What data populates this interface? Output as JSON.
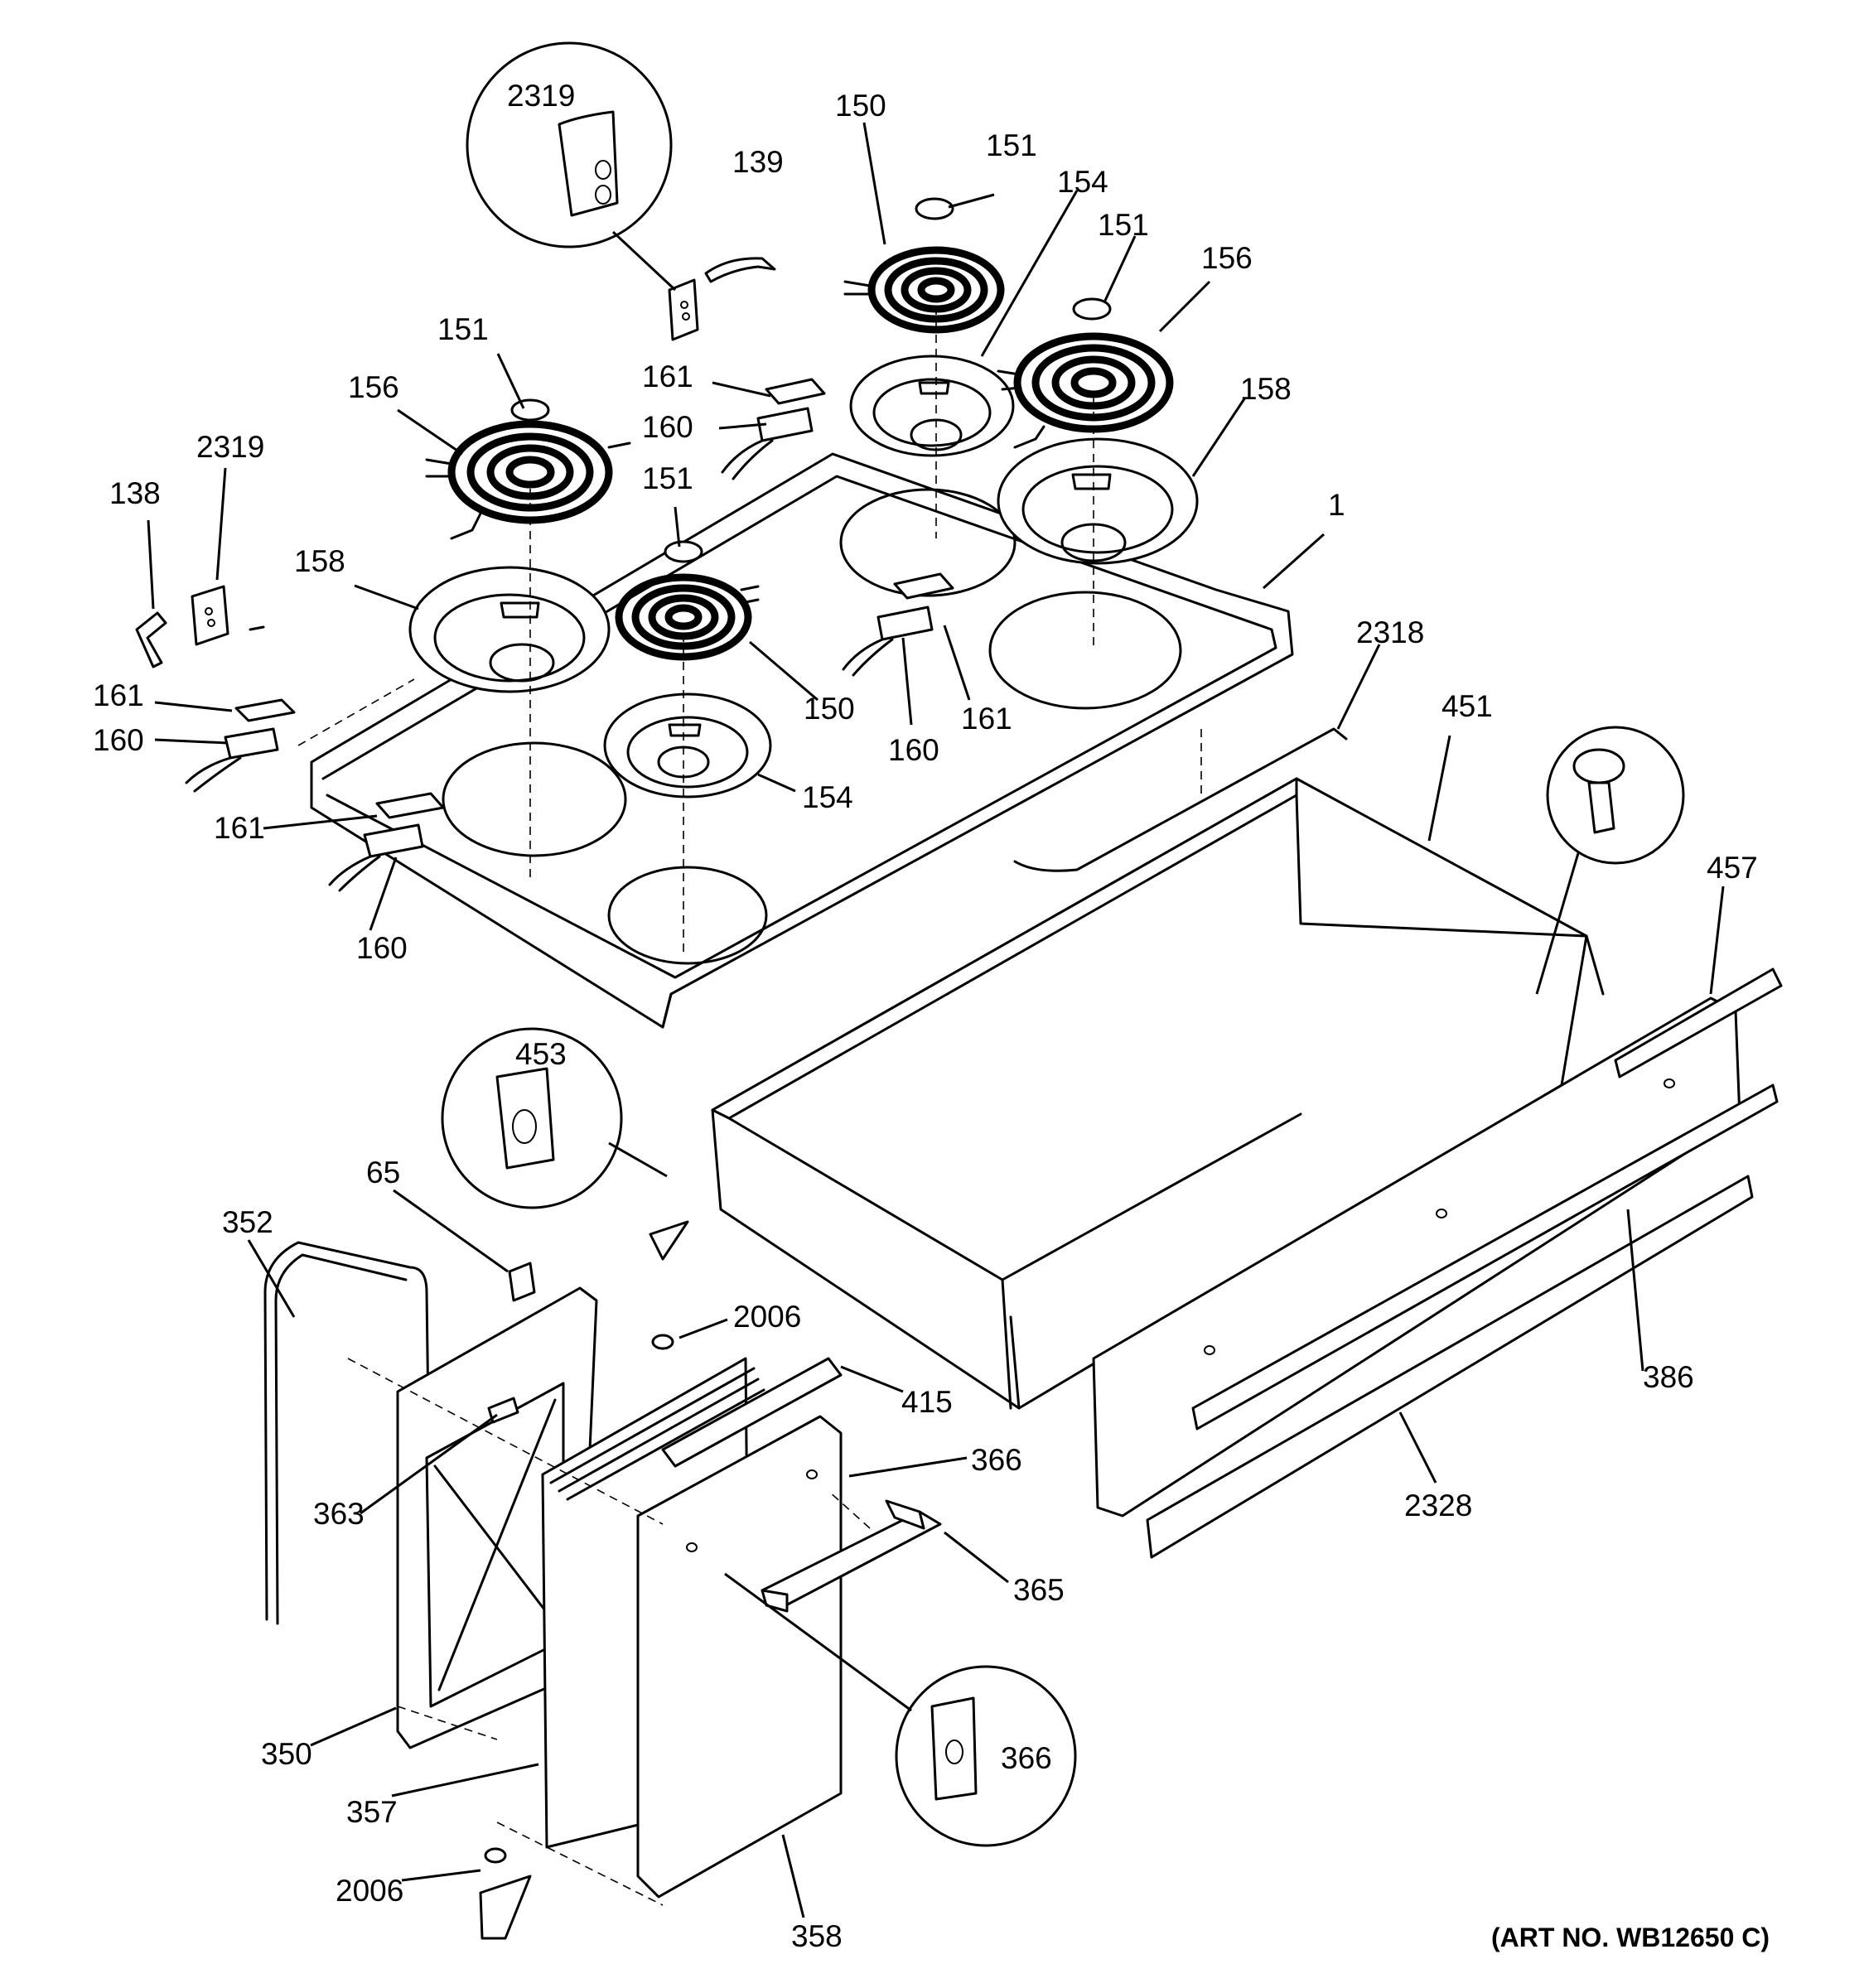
{
  "diagram": {
    "art_number": "(ART NO. WB12650 C)",
    "callouts": [
      {
        "id": "c-2319-top",
        "label": "2319"
      },
      {
        "id": "c-139",
        "label": "139"
      },
      {
        "id": "c-150-top",
        "label": "150"
      },
      {
        "id": "c-151-top",
        "label": "151"
      },
      {
        "id": "c-154-top",
        "label": "154"
      },
      {
        "id": "c-151-right",
        "label": "151"
      },
      {
        "id": "c-156-right",
        "label": "156"
      },
      {
        "id": "c-151-left",
        "label": "151"
      },
      {
        "id": "c-156-left",
        "label": "156"
      },
      {
        "id": "c-2319-left",
        "label": "2319"
      },
      {
        "id": "c-138",
        "label": "138"
      },
      {
        "id": "c-161-mid",
        "label": "161"
      },
      {
        "id": "c-160-mid",
        "label": "160"
      },
      {
        "id": "c-158-right",
        "label": "158"
      },
      {
        "id": "c-151-mid",
        "label": "151"
      },
      {
        "id": "c-158-left",
        "label": "158"
      },
      {
        "id": "c-1",
        "label": "1"
      },
      {
        "id": "c-161-left",
        "label": "161"
      },
      {
        "id": "c-160-left",
        "label": "160"
      },
      {
        "id": "c-150-mid",
        "label": "150"
      },
      {
        "id": "c-161-right",
        "label": "161"
      },
      {
        "id": "c-160-right",
        "label": "160"
      },
      {
        "id": "c-2318",
        "label": "2318"
      },
      {
        "id": "c-451",
        "label": "451"
      },
      {
        "id": "c-154-mid",
        "label": "154"
      },
      {
        "id": "c-161-low",
        "label": "161"
      },
      {
        "id": "c-160-low",
        "label": "160"
      },
      {
        "id": "c-457",
        "label": "457"
      },
      {
        "id": "c-453",
        "label": "453"
      },
      {
        "id": "c-65",
        "label": "65"
      },
      {
        "id": "c-352",
        "label": "352"
      },
      {
        "id": "c-2006-top",
        "label": "2006"
      },
      {
        "id": "c-415",
        "label": "415"
      },
      {
        "id": "c-386",
        "label": "386"
      },
      {
        "id": "c-366-top",
        "label": "366"
      },
      {
        "id": "c-363",
        "label": "363"
      },
      {
        "id": "c-2328",
        "label": "2328"
      },
      {
        "id": "c-365",
        "label": "365"
      },
      {
        "id": "c-366-circle",
        "label": "366"
      },
      {
        "id": "c-350",
        "label": "350"
      },
      {
        "id": "c-357",
        "label": "357"
      },
      {
        "id": "c-2006-bottom",
        "label": "2006"
      },
      {
        "id": "c-358",
        "label": "358"
      }
    ]
  }
}
